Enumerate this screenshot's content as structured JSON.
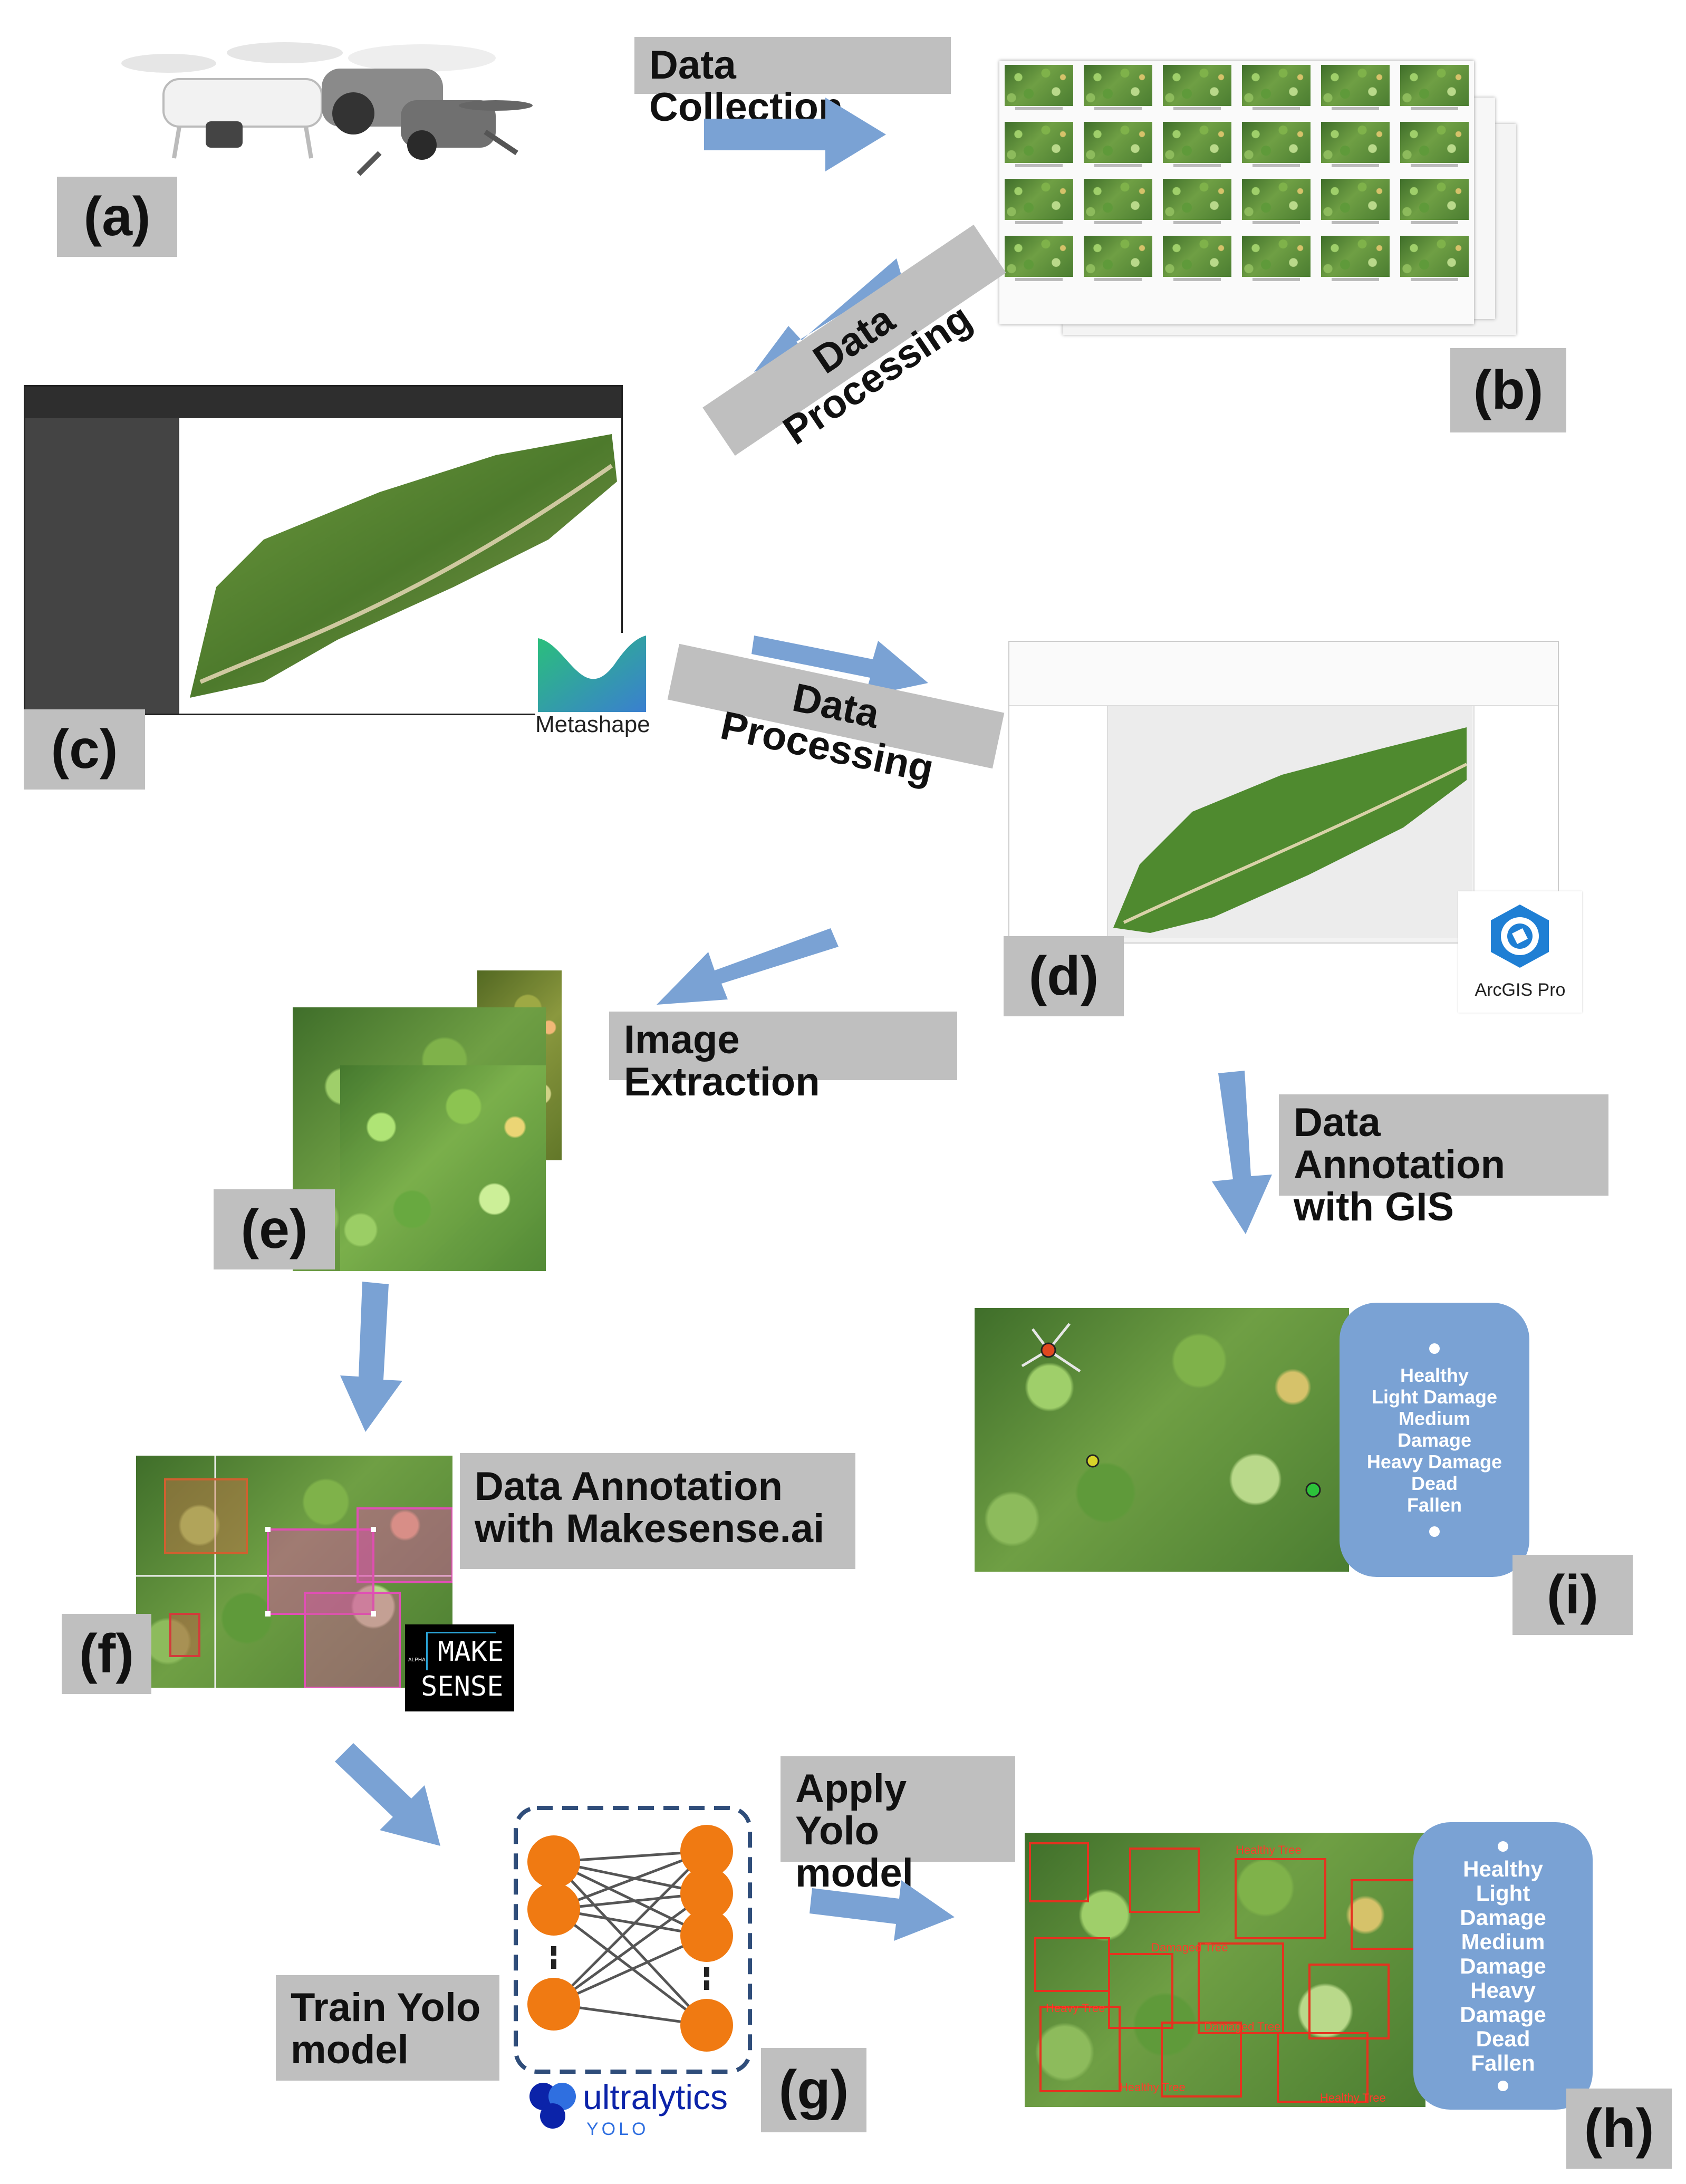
{
  "panels": {
    "a": "(a)",
    "b": "(b)",
    "c": "(c)",
    "d": "(d)",
    "e": "(e)",
    "f": "(f)",
    "g": "(g)",
    "h": "(h)",
    "i": "(i)"
  },
  "steps": {
    "data_collection": "Data Collection",
    "data_processing_1": "Data Processing",
    "data_processing_2": "Data Processing",
    "image_extraction": "Image Extraction",
    "annotation_gis": [
      "Data Annotation",
      "with GIS"
    ],
    "annotation_makesense": [
      "Data Annotation",
      "with Makesense.ai"
    ],
    "train_yolo": [
      "Train Yolo",
      "model"
    ],
    "apply_yolo": [
      "Apply Yolo",
      "model"
    ]
  },
  "logos": {
    "metashape": "Metashape",
    "arcgis": "ArcGIS Pro",
    "makesense_line1": "MAKE",
    "makesense_line2": "SENSE",
    "makesense_small": "ALPHA",
    "ultralytics": "ultralytics",
    "yolo": "YOLO"
  },
  "classes_i": [
    "Healthy",
    "Light Damage",
    "Medium",
    "Damage",
    "Heavy Damage",
    "Dead",
    "Fallen"
  ],
  "classes_h": [
    "Healthy",
    "Light",
    "Damage",
    "Medium",
    "Damage",
    "Heavy",
    "Damage",
    "Dead",
    "Fallen"
  ],
  "detections": [
    "Healthy Tree",
    "Damaged Tree",
    "Heavy Tree",
    "Damaged Tree",
    "Healthy Tree",
    "Healthy Tree"
  ],
  "colors": {
    "label_bg": "#bfbfbf",
    "arrow": "#7aa2d4",
    "class_box": "#7aa2d4",
    "node": "#f07a12"
  }
}
